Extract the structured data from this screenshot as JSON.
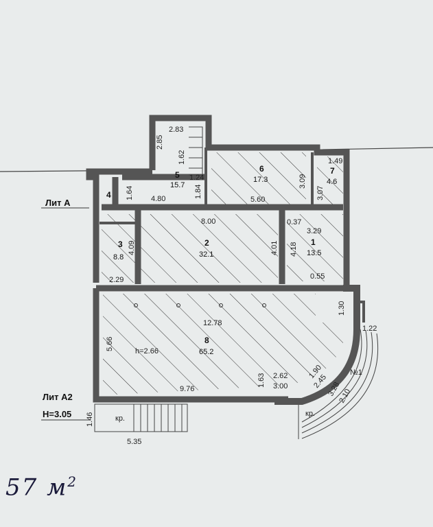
{
  "labels": {
    "lit_a": "Лит А",
    "lit_a2": "Лит А2",
    "height": "Н=3.05",
    "kr_left": "кр.",
    "kr_right": "кр.",
    "stair_no": "№1",
    "ceiling_h": "h=2.66",
    "handwritten_area": "57 м",
    "handwritten_unit": "2"
  },
  "rooms": [
    {
      "num": "1",
      "area": "13.5"
    },
    {
      "num": "2",
      "area": "32.1"
    },
    {
      "num": "3",
      "area": "8.8"
    },
    {
      "num": "4",
      "area": ""
    },
    {
      "num": "5",
      "area": "15.7"
    },
    {
      "num": "6",
      "area": "17.3"
    },
    {
      "num": "7",
      "area": "4.6"
    },
    {
      "num": "8",
      "area": "65.2"
    }
  ],
  "dimensions": {
    "d_283": "2.83",
    "d_285": "2.85",
    "d_162": "1.62",
    "d_124": "1.24",
    "d_480": "4.80",
    "d_184": "1.84",
    "d_164": "1.64",
    "d_560a": "5.60",
    "d_309": "3.09",
    "d_149": "1.49",
    "d_307": "3.07",
    "d_800": "8.00",
    "d_037": "0.37",
    "d_329": "3.29",
    "d_418": "4.18",
    "d_401": "4.01",
    "d_409": "4.09",
    "d_229": "2.29",
    "d_055": "0.55",
    "d_1278": "12.78",
    "d_566": "5.66",
    "d_976": "9.76",
    "d_163": "1.63",
    "d_262": "2.62",
    "d_300": "3.00",
    "d_190": "1.90",
    "d_245": "2.45",
    "d_328": "3.28",
    "d_210": "2.10",
    "d_122": "1.22",
    "d_130": "1.30",
    "d_146": "1.46",
    "d_535": "5.35"
  }
}
